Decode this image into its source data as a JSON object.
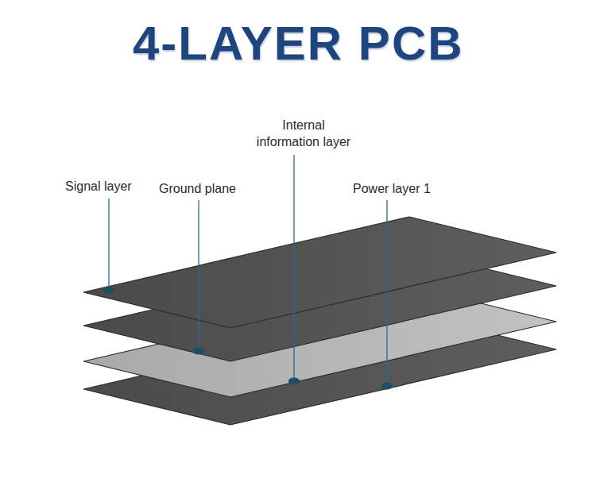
{
  "diagram": {
    "title": "4-LAYER PCB",
    "labels": [
      "Signal layer",
      "Ground plane",
      "Internal information layer",
      "Power layer 1"
    ]
  }
}
